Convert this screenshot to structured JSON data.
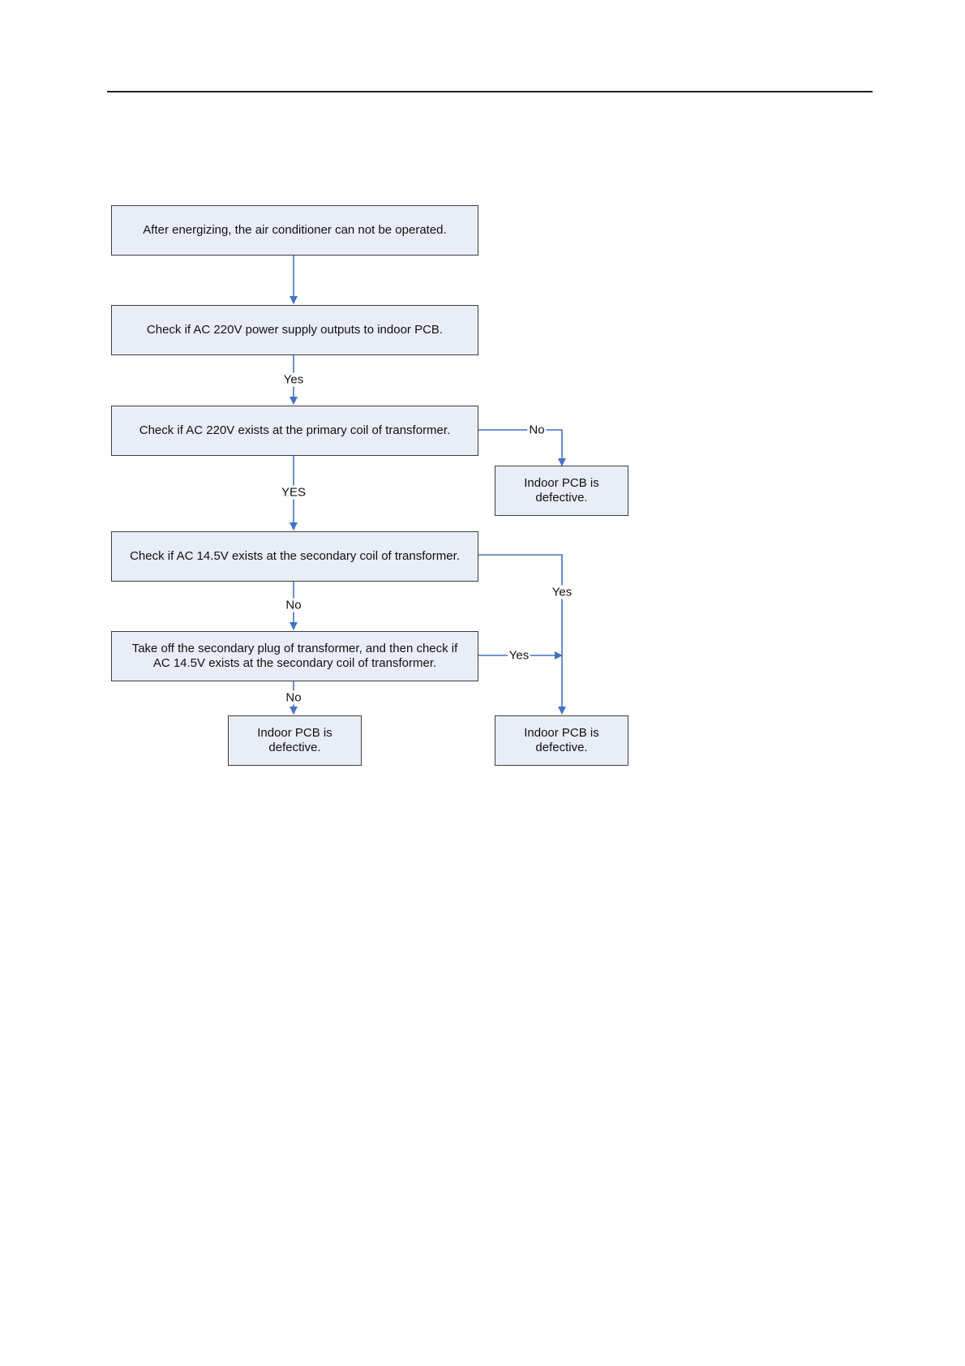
{
  "flowchart": {
    "nodes": {
      "start": "After energizing, the air conditioner can not be operated.",
      "check_power": "Check if AC 220V power supply outputs to indoor PCB.",
      "check_primary": "Check if AC 220V exists at the primary coil of transformer.",
      "defective_primary": "Indoor PCB is defective.",
      "check_secondary": "Check if AC 14.5V exists at the secondary coil of transformer.",
      "check_unplugged": "Take off the secondary plug of transformer, and then check if AC 14.5V exists at the secondary coil of transformer.",
      "defective_left": "Indoor PCB is defective.",
      "defective_right": "Indoor PCB is defective."
    },
    "edges": [
      {
        "from": "start",
        "to": "check_power",
        "label": ""
      },
      {
        "from": "check_power",
        "to": "check_primary",
        "label": "Yes"
      },
      {
        "from": "check_primary",
        "to": "defective_primary",
        "label": "No"
      },
      {
        "from": "check_primary",
        "to": "check_secondary",
        "label": "YES"
      },
      {
        "from": "check_secondary",
        "to": "defective_right",
        "label": "Yes"
      },
      {
        "from": "check_secondary",
        "to": "check_unplugged",
        "label": "No"
      },
      {
        "from": "check_unplugged",
        "to": "defective_right",
        "label": "Yes"
      },
      {
        "from": "check_unplugged",
        "to": "defective_left",
        "label": "No"
      }
    ]
  },
  "colors": {
    "connector": "#4472c4",
    "box_fill": "#e9edf7",
    "box_border": "#3d3d3d"
  }
}
